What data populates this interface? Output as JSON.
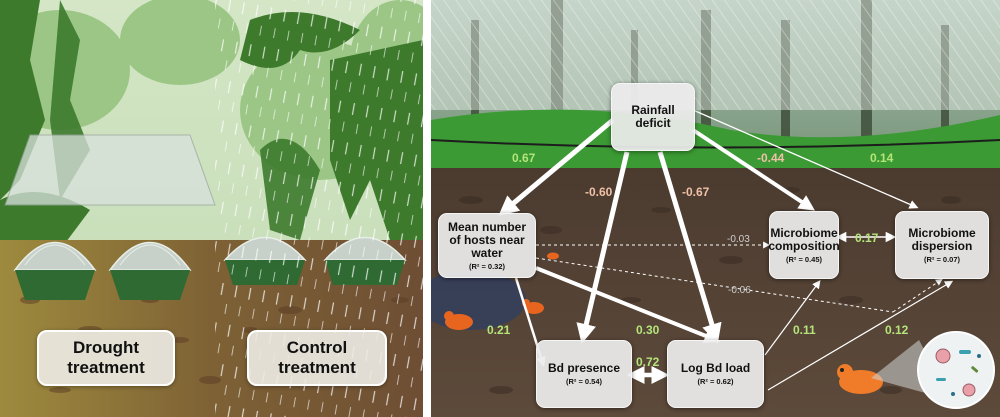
{
  "left_panel": {
    "drought_label": "Drought\ntreatment",
    "control_label": "Control\ntreatment"
  },
  "nodes": {
    "rainfall": {
      "title": "Rainfall\ndeficit",
      "r2": ""
    },
    "hosts": {
      "title": "Mean number\nof hosts near\nwater",
      "r2": "(R² = 0.32)"
    },
    "composition": {
      "title": "Microbiome\ncomposition",
      "r2": "(R² = 0.45)"
    },
    "dispersion": {
      "title": "Microbiome\ndispersion",
      "r2": "(R² = 0.07)"
    },
    "presence": {
      "title": "Bd presence",
      "r2": "(R² = 0.54)"
    },
    "load": {
      "title": "Log Bd load",
      "r2": "(R² = 0.62)"
    }
  },
  "coefficients": {
    "rain_hosts": "0.67",
    "rain_presence": "-0.60",
    "rain_load": "-0.67",
    "rain_composition": "-0.44",
    "rain_dispersion": "0.14",
    "hosts_composition": "-0.03",
    "composition_dispersion": "0.17",
    "hosts_dispersion": "-0.06",
    "hosts_presence": "0.21",
    "hosts_load": "0.30",
    "presence_load": "0.72",
    "composition_load": "0.11",
    "dispersion_load": "0.12"
  },
  "colors": {
    "positive_coef": "#b4e57a",
    "negative_coef": "#f0c1a8",
    "arrow": "#ffffff",
    "soil": "#5e4a3a",
    "forest_green": "#2f7d2a",
    "frog_orange": "#e8651f"
  }
}
